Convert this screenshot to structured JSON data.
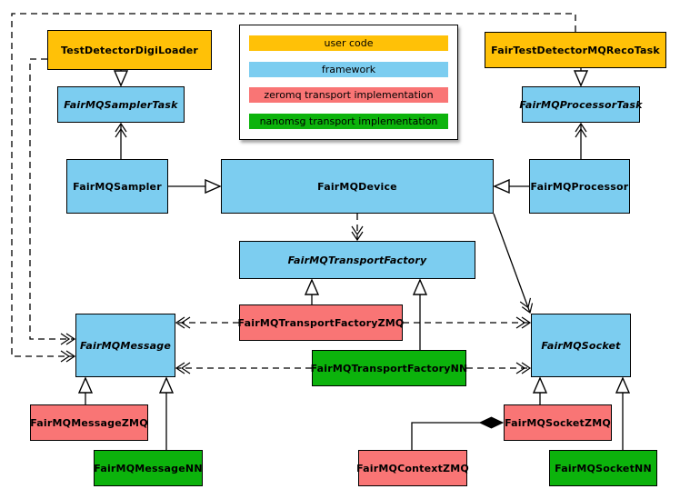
{
  "colors": {
    "user_code": "#FFC107",
    "framework": "#7CCDF0",
    "zeromq": "#F97575",
    "nanomsg": "#0CB30C"
  },
  "legend": {
    "items": [
      {
        "label": "user code",
        "category": "user_code"
      },
      {
        "label": "framework",
        "category": "framework"
      },
      {
        "label": "zeromq transport implementation",
        "category": "zeromq"
      },
      {
        "label": "nanomsg transport implementation",
        "category": "nanomsg"
      }
    ]
  },
  "nodes": [
    {
      "id": "TestDetectorDigiLoader",
      "label": "TestDetectorDigiLoader",
      "category": "user_code",
      "abstract": false
    },
    {
      "id": "FairTestDetectorMQRecoTask",
      "label": "FairTestDetectorMQRecoTask",
      "category": "user_code",
      "abstract": false
    },
    {
      "id": "FairMQSamplerTask",
      "label": "FairMQSamplerTask",
      "category": "framework",
      "abstract": true
    },
    {
      "id": "FairMQProcessorTask",
      "label": "FairMQProcessorTask",
      "category": "framework",
      "abstract": true
    },
    {
      "id": "FairMQSampler",
      "label": "FairMQSampler",
      "category": "framework",
      "abstract": false
    },
    {
      "id": "FairMQDevice",
      "label": "FairMQDevice",
      "category": "framework",
      "abstract": false
    },
    {
      "id": "FairMQProcessor",
      "label": "FairMQProcessor",
      "category": "framework",
      "abstract": false
    },
    {
      "id": "FairMQTransportFactory",
      "label": "FairMQTransportFactory",
      "category": "framework",
      "abstract": true
    },
    {
      "id": "FairMQTransportFactoryZMQ",
      "label": "FairMQTransportFactoryZMQ",
      "category": "zeromq",
      "abstract": false
    },
    {
      "id": "FairMQTransportFactoryNN",
      "label": "FairMQTransportFactoryNN",
      "category": "nanomsg",
      "abstract": false
    },
    {
      "id": "FairMQMessage",
      "label": "FairMQMessage",
      "category": "framework",
      "abstract": true
    },
    {
      "id": "FairMQSocket",
      "label": "FairMQSocket",
      "category": "framework",
      "abstract": true
    },
    {
      "id": "FairMQMessageZMQ",
      "label": "FairMQMessageZMQ",
      "category": "zeromq",
      "abstract": false
    },
    {
      "id": "FairMQMessageNN",
      "label": "FairMQMessageNN",
      "category": "nanomsg",
      "abstract": false
    },
    {
      "id": "FairMQSocketZMQ",
      "label": "FairMQSocketZMQ",
      "category": "zeromq",
      "abstract": false
    },
    {
      "id": "FairMQContextZMQ",
      "label": "FairMQContextZMQ",
      "category": "zeromq",
      "abstract": false
    },
    {
      "id": "FairMQSocketNN",
      "label": "FairMQSocketNN",
      "category": "nanomsg",
      "abstract": false
    }
  ],
  "edges": [
    {
      "from": "TestDetectorDigiLoader",
      "to": "FairMQSamplerTask",
      "relation": "inheritance"
    },
    {
      "from": "FairTestDetectorMQRecoTask",
      "to": "FairMQProcessorTask",
      "relation": "inheritance"
    },
    {
      "from": "FairMQSampler",
      "to": "FairMQDevice",
      "relation": "inheritance"
    },
    {
      "from": "FairMQProcessor",
      "to": "FairMQDevice",
      "relation": "inheritance"
    },
    {
      "from": "FairMQTransportFactoryZMQ",
      "to": "FairMQTransportFactory",
      "relation": "inheritance"
    },
    {
      "from": "FairMQTransportFactoryNN",
      "to": "FairMQTransportFactory",
      "relation": "inheritance"
    },
    {
      "from": "FairMQMessageZMQ",
      "to": "FairMQMessage",
      "relation": "inheritance"
    },
    {
      "from": "FairMQMessageNN",
      "to": "FairMQMessage",
      "relation": "inheritance"
    },
    {
      "from": "FairMQSocketZMQ",
      "to": "FairMQSocket",
      "relation": "inheritance"
    },
    {
      "from": "FairMQSocketNN",
      "to": "FairMQSocket",
      "relation": "inheritance"
    },
    {
      "from": "FairMQSampler",
      "to": "FairMQSamplerTask",
      "relation": "association"
    },
    {
      "from": "FairMQProcessor",
      "to": "FairMQProcessorTask",
      "relation": "association"
    },
    {
      "from": "FairMQDevice",
      "to": "FairMQSocket",
      "relation": "association"
    },
    {
      "from": "FairMQContextZMQ",
      "to": "FairMQSocketZMQ",
      "relation": "composition"
    },
    {
      "from": "FairMQDevice",
      "to": "FairMQTransportFactory",
      "relation": "dependency"
    },
    {
      "from": "FairMQTransportFactoryZMQ",
      "to": "FairMQMessage",
      "relation": "dependency"
    },
    {
      "from": "FairMQTransportFactoryZMQ",
      "to": "FairMQSocket",
      "relation": "dependency"
    },
    {
      "from": "FairMQTransportFactoryNN",
      "to": "FairMQMessage",
      "relation": "dependency"
    },
    {
      "from": "FairMQTransportFactoryNN",
      "to": "FairMQSocket",
      "relation": "dependency"
    },
    {
      "from": "TestDetectorDigiLoader",
      "to": "FairMQMessage",
      "relation": "dependency"
    },
    {
      "from": "FairTestDetectorMQRecoTask",
      "to": "FairMQMessage",
      "relation": "dependency"
    }
  ]
}
